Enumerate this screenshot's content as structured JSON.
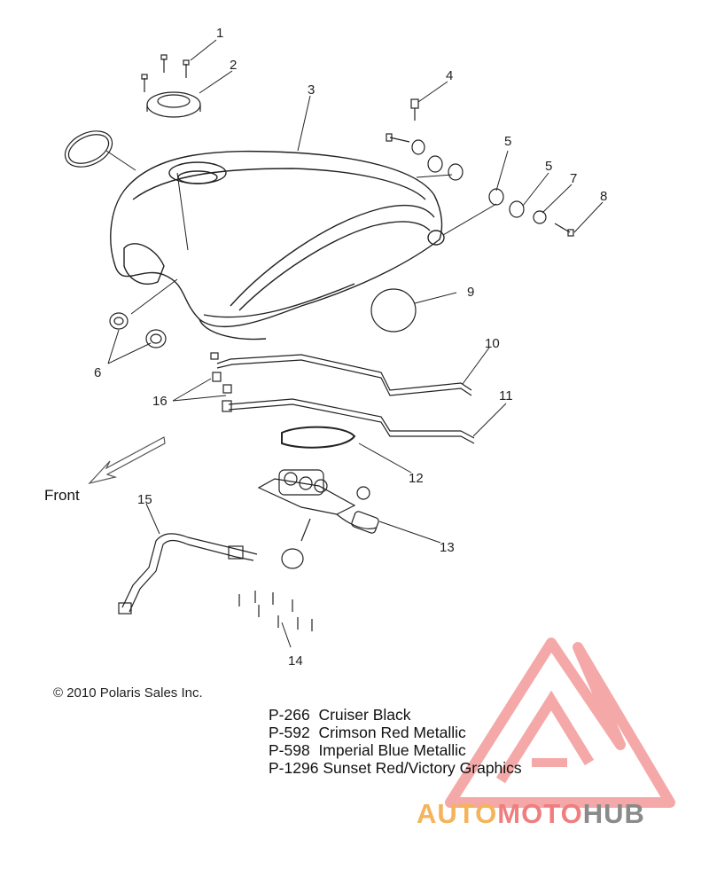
{
  "diagram": {
    "callouts": [
      "1",
      "2",
      "3",
      "4",
      "5",
      "5",
      "6",
      "7",
      "8",
      "9",
      "10",
      "11",
      "12",
      "13",
      "14",
      "15",
      "16"
    ],
    "front_label": "Front",
    "copyright": "© 2010 Polaris Sales Inc.",
    "color_codes": [
      {
        "code": "P-266",
        "name": "Cruiser Black"
      },
      {
        "code": "P-592",
        "name": "Crimson Red Metallic"
      },
      {
        "code": "P-598",
        "name": "Imperial Blue Metallic"
      },
      {
        "code": "P-1296",
        "name": "Sunset Red/Victory Graphics"
      }
    ]
  },
  "watermark": {
    "part1": "AUTO",
    "part2": "MOTO",
    "part3": "HUB",
    "colors": {
      "triangle": "#f28b8b",
      "auto": "#f5b35a",
      "moto": "#f07e7e",
      "hub": "#8a8a8a"
    }
  }
}
